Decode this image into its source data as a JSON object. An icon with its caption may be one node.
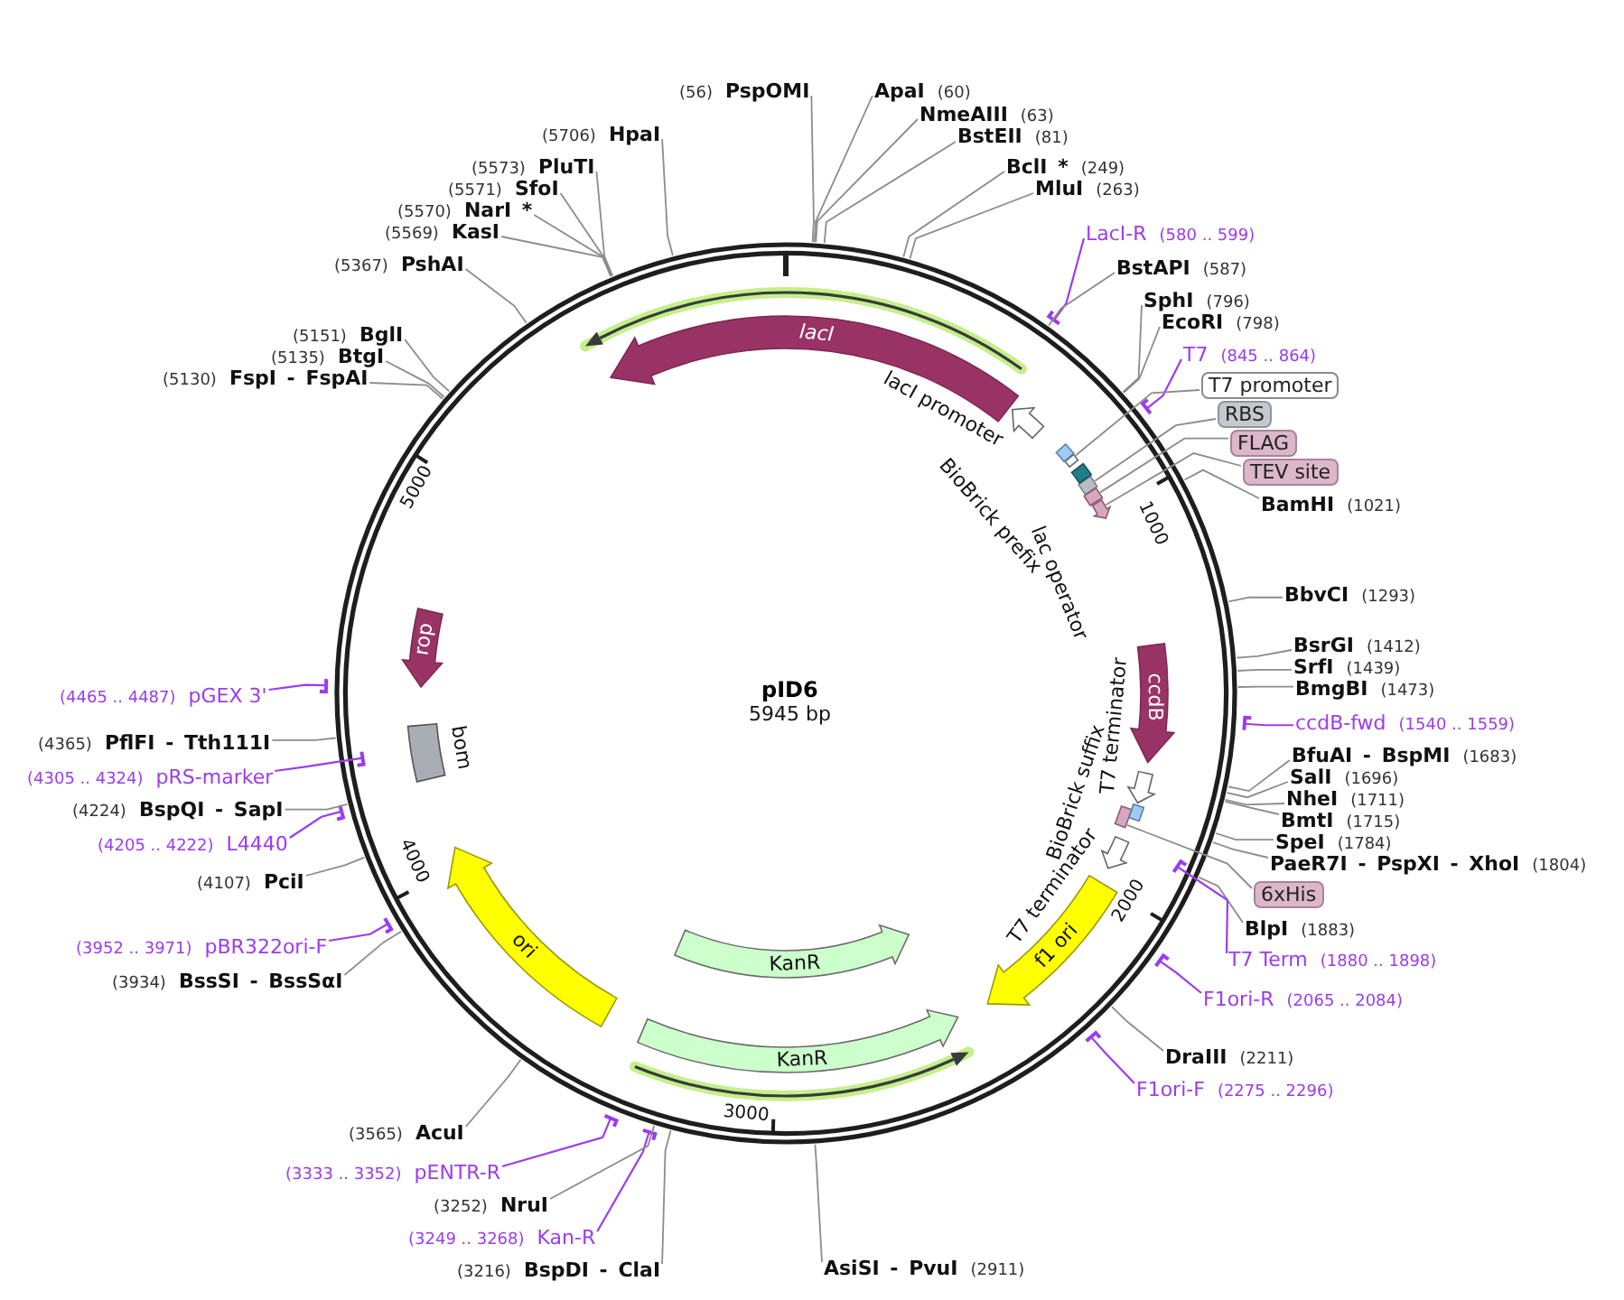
{
  "diagram": {
    "title": "pID6",
    "nodes": [
      {
        "text": [
          "(56)",
          "PspOMI"
        ]
      },
      {
        "text": [
          "ApaI",
          "(60)"
        ]
      },
      {
        "text": [
          "NmeAIII",
          "(63)"
        ]
      },
      {
        "text": [
          "BstEII",
          "(81)"
        ]
      },
      {
        "text": [
          "BclI *",
          "(249)"
        ]
      },
      {
        "text": [
          "MluI",
          "(263)"
        ]
      },
      {
        "text": [
          "LacI-R",
          "(580 .. 599)"
        ]
      },
      {
        "text": [
          "BstAPI",
          "(587)"
        ]
      },
      {
        "text": [
          "SphI",
          "(796)"
        ]
      },
      {
        "text": [
          "EcoRI",
          "(798)"
        ]
      },
      {
        "text": [
          "T7",
          "(845 .. 864)"
        ]
      },
      {
        "text": [
          "T7 promoter"
        ]
      },
      {
        "text": [
          "RBS"
        ]
      },
      {
        "text": [
          "FLAG"
        ]
      },
      {
        "text": [
          "TEV site"
        ]
      },
      {
        "text": [
          "BamHI",
          "(1021)"
        ]
      },
      {
        "text": [
          "BbvCI",
          "(1293)"
        ]
      },
      {
        "text": [
          "BsrGI",
          "(1412)"
        ]
      },
      {
        "text": [
          "SrfI",
          "(1439)"
        ]
      },
      {
        "text": [
          "BmgBI",
          "(1473)"
        ]
      },
      {
        "text": [
          "ccdB-fwd",
          "(1540 .. 1559)"
        ]
      },
      {
        "text": [
          "BfuAI - BspMI",
          "(1683)"
        ]
      },
      {
        "text": [
          "SalI",
          "(1696)"
        ]
      },
      {
        "text": [
          "NheI",
          "(1711)"
        ]
      },
      {
        "text": [
          "BmtI",
          "(1715)"
        ]
      },
      {
        "text": [
          "SpeI",
          "(1784)"
        ]
      },
      {
        "text": [
          "PaeR7I - PspXI - XhoI",
          "(1804)"
        ]
      },
      {
        "text": [
          "6xHis"
        ]
      },
      {
        "text": [
          "BlpI",
          "(1883)"
        ]
      },
      {
        "text": [
          "T7 Term",
          "(1880 .. 1898)"
        ]
      },
      {
        "text": [
          "F1ori-R",
          "(2065 .. 2084)"
        ]
      },
      {
        "text": [
          "DraIII",
          "(2211)"
        ]
      },
      {
        "text": [
          "F1ori-F",
          "(2275 .. 2296)"
        ]
      },
      {
        "text": [
          "AsiSI - PvuI",
          "(2911)"
        ]
      },
      {
        "text": [
          "(3216)",
          "BspDI - ClaI"
        ]
      },
      {
        "text": [
          "(3249 .. 3268)",
          "Kan-R"
        ]
      },
      {
        "text": [
          "(3252)",
          "NruI"
        ]
      },
      {
        "text": [
          "(3333 .. 3352)",
          "pENTR-R"
        ]
      },
      {
        "text": [
          "(3565)",
          "AcuI"
        ]
      },
      {
        "text": [
          "(3934)",
          "BssSI - BssSαI"
        ]
      },
      {
        "text": [
          "(3952 .. 3971)",
          "pBR322ori-F"
        ]
      },
      {
        "text": [
          "(4107)",
          "PciI"
        ]
      },
      {
        "text": [
          "(4205 .. 4222)",
          "L4440"
        ]
      },
      {
        "text": [
          "(4224)",
          "BspQI - SapI"
        ]
      },
      {
        "text": [
          "(4305 .. 4324)",
          "pRS-marker"
        ]
      },
      {
        "text": [
          "(4365)",
          "PflFI - Tth111I"
        ]
      },
      {
        "text": [
          "(4465 .. 4487)",
          "pGEX 3'"
        ]
      },
      {
        "text": [
          "(5130)",
          "FspI - FspAI"
        ]
      },
      {
        "text": [
          "(5135)",
          "BtgI"
        ]
      },
      {
        "text": [
          "(5151)",
          "BglI"
        ]
      },
      {
        "text": [
          "(5367)",
          "PshAI"
        ]
      },
      {
        "text": [
          "(5569)",
          "KasI"
        ]
      },
      {
        "text": [
          "(5570)",
          "NarI *"
        ]
      },
      {
        "text": [
          "(5571)",
          "SfoI"
        ]
      },
      {
        "text": [
          "(5573)",
          "PluTI"
        ]
      },
      {
        "text": [
          "(5706)",
          "HpaI"
        ]
      },
      {
        "text": [
          "lacI"
        ]
      },
      {
        "text": [
          "lacI promoter"
        ]
      },
      {
        "text": [
          "BioBrick prefix"
        ]
      },
      {
        "text": [],
        "shape": "box"
      },
      {
        "text": [
          "lac operator"
        ]
      },
      {
        "text": [],
        "shape": "box"
      },
      {
        "text": [],
        "shape": "box"
      },
      {
        "text": [],
        "shape": "arrow"
      },
      {
        "text": [
          "ccdB"
        ]
      },
      {
        "text": [
          "T7 terminator"
        ]
      },
      {
        "text": [
          "BioBrick suffix"
        ]
      },
      {
        "text": [],
        "shape": "box"
      },
      {
        "text": [
          "T7 terminator"
        ]
      },
      {
        "text": [
          "f1 ori"
        ]
      },
      {
        "text": [
          "KanR"
        ]
      },
      {
        "text": [
          "KanR"
        ]
      },
      {
        "text": [
          "ori"
        ]
      },
      {
        "text": [
          "bom"
        ]
      },
      {
        "text": [
          "rop"
        ]
      }
    ],
    "edges": [
      {
        "from": 0,
        "to": null,
        "arrow": "none"
      },
      {
        "from": 1,
        "to": null,
        "arrow": "none"
      },
      {
        "from": 2,
        "to": null,
        "arrow": "none"
      },
      {
        "from": 3,
        "to": null,
        "arrow": "none"
      },
      {
        "from": 4,
        "to": null,
        "arrow": "none"
      },
      {
        "from": 5,
        "to": null,
        "arrow": "none"
      },
      {
        "from": 6,
        "to": null,
        "arrow": "other",
        "color": "#9b3cf0"
      },
      {
        "from": 7,
        "to": null,
        "arrow": "none"
      },
      {
        "from": 8,
        "to": null,
        "arrow": "none"
      },
      {
        "from": 9,
        "to": null,
        "arrow": "none"
      },
      {
        "from": 10,
        "to": null,
        "arrow": "other",
        "color": "#9b3cf0"
      },
      {
        "from": 11,
        "to": 59,
        "arrow": "none"
      },
      {
        "from": 12,
        "to": 61,
        "arrow": "none"
      },
      {
        "from": 13,
        "to": 62,
        "arrow": "none"
      },
      {
        "from": 14,
        "to": 63,
        "arrow": "none"
      },
      {
        "from": 15,
        "to": null,
        "arrow": "none"
      },
      {
        "from": 16,
        "to": null,
        "arrow": "none"
      },
      {
        "from": 17,
        "to": null,
        "arrow": "none"
      },
      {
        "from": 18,
        "to": null,
        "arrow": "none"
      },
      {
        "from": 19,
        "to": null,
        "arrow": "none"
      },
      {
        "from": 20,
        "to": null,
        "arrow": "other",
        "color": "#9b3cf0"
      },
      {
        "from": 21,
        "to": null,
        "arrow": "none"
      },
      {
        "from": 22,
        "to": null,
        "arrow": "none"
      },
      {
        "from": 23,
        "to": null,
        "arrow": "none"
      },
      {
        "from": 24,
        "to": null,
        "arrow": "none"
      },
      {
        "from": 25,
        "to": null,
        "arrow": "none"
      },
      {
        "from": 26,
        "to": null,
        "arrow": "none"
      },
      {
        "from": 27,
        "to": 67,
        "arrow": "none"
      },
      {
        "from": 28,
        "to": null,
        "arrow": "none"
      },
      {
        "from": 29,
        "to": null,
        "arrow": "other",
        "color": "#9b3cf0"
      },
      {
        "from": 30,
        "to": null,
        "arrow": "other",
        "color": "#9b3cf0"
      },
      {
        "from": 31,
        "to": null,
        "arrow": "none"
      },
      {
        "from": 32,
        "to": null,
        "arrow": "other",
        "color": "#9b3cf0"
      },
      {
        "from": 33,
        "to": null,
        "arrow": "none"
      },
      {
        "from": 34,
        "to": null,
        "arrow": "none"
      },
      {
        "from": 35,
        "to": null,
        "arrow": "other",
        "color": "#9b3cf0"
      },
      {
        "from": 36,
        "to": null,
        "arrow": "none"
      },
      {
        "from": 37,
        "to": null,
        "arrow": "other",
        "color": "#9b3cf0"
      },
      {
        "from": 38,
        "to": null,
        "arrow": "none"
      },
      {
        "from": 39,
        "to": null,
        "arrow": "none"
      },
      {
        "from": 40,
        "to": null,
        "arrow": "other",
        "color": "#9b3cf0"
      },
      {
        "from": 41,
        "to": null,
        "arrow": "none"
      },
      {
        "from": 42,
        "to": null,
        "arrow": "other",
        "color": "#9b3cf0"
      },
      {
        "from": 43,
        "to": null,
        "arrow": "none"
      },
      {
        "from": 44,
        "to": null,
        "arrow": "other",
        "color": "#9b3cf0"
      },
      {
        "from": 45,
        "to": null,
        "arrow": "none"
      },
      {
        "from": 46,
        "to": null,
        "arrow": "other",
        "color": "#9b3cf0"
      },
      {
        "from": 47,
        "to": null,
        "arrow": "none"
      },
      {
        "from": 48,
        "to": null,
        "arrow": "none"
      },
      {
        "from": 49,
        "to": null,
        "arrow": "none"
      },
      {
        "from": 50,
        "to": null,
        "arrow": "none"
      },
      {
        "from": 51,
        "to": null,
        "arrow": "none"
      },
      {
        "from": 52,
        "to": null,
        "arrow": "none"
      },
      {
        "from": 53,
        "to": null,
        "arrow": "none"
      },
      {
        "from": 54,
        "to": null,
        "arrow": "none"
      },
      {
        "from": 55,
        "to": null,
        "arrow": "none"
      }
    ],
    "labels": [
      "5945 bp",
      "1000",
      "2000",
      "3000",
      "4000",
      "5000"
    ]
  }
}
